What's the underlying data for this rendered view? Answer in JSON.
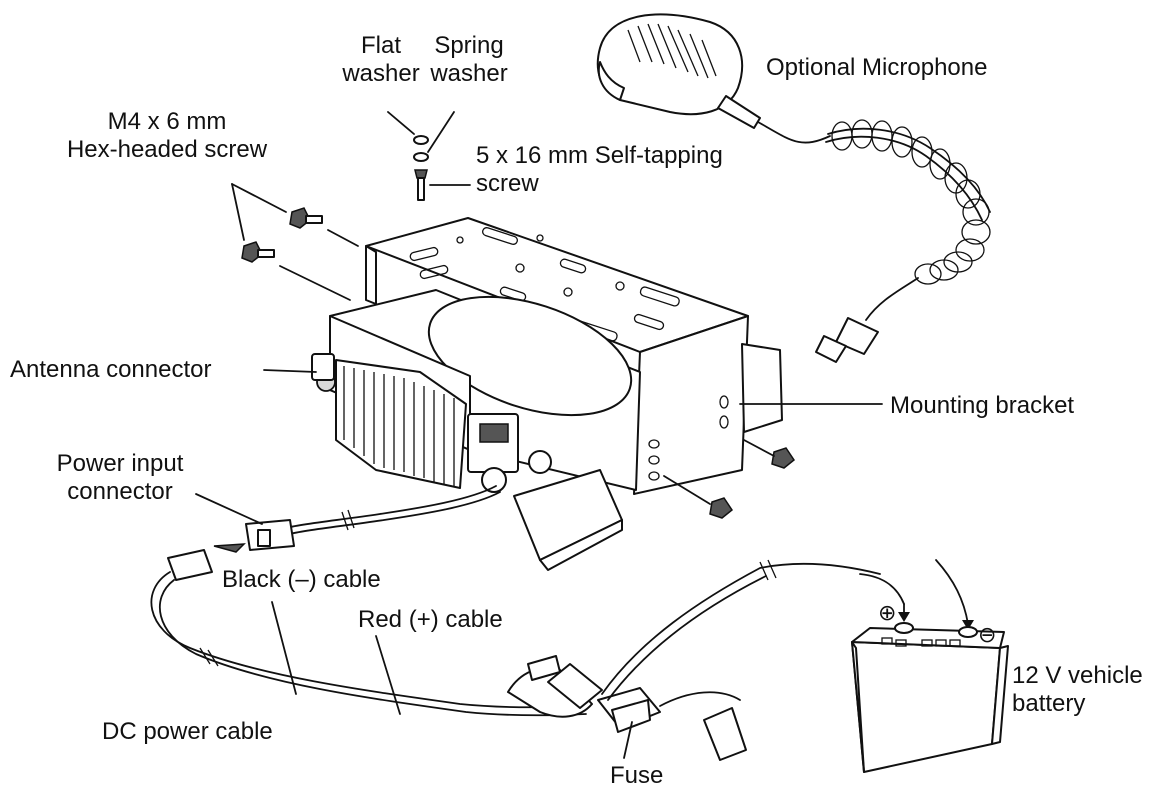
{
  "labels": {
    "flat_washer": [
      "Flat",
      "washer"
    ],
    "spring_washer": [
      "Spring",
      "washer"
    ],
    "hex_screw": [
      "M4 x 6 mm",
      "Hex-headed screw"
    ],
    "self_tapping_screw": [
      "5 x 16 mm Self-tapping",
      "screw"
    ],
    "microphone": "Optional Microphone",
    "antenna_connector": "Antenna connector",
    "mounting_bracket": "Mounting bracket",
    "power_input_connector": [
      "Power input",
      "connector"
    ],
    "black_cable": "Black (–) cable",
    "red_cable": "Red (+) cable",
    "dc_power_cable": "DC power cable",
    "fuse": "Fuse",
    "battery": [
      "12 V vehicle",
      "battery"
    ]
  },
  "battery_terminals": {
    "positive": "⊕",
    "negative": "⊖"
  }
}
